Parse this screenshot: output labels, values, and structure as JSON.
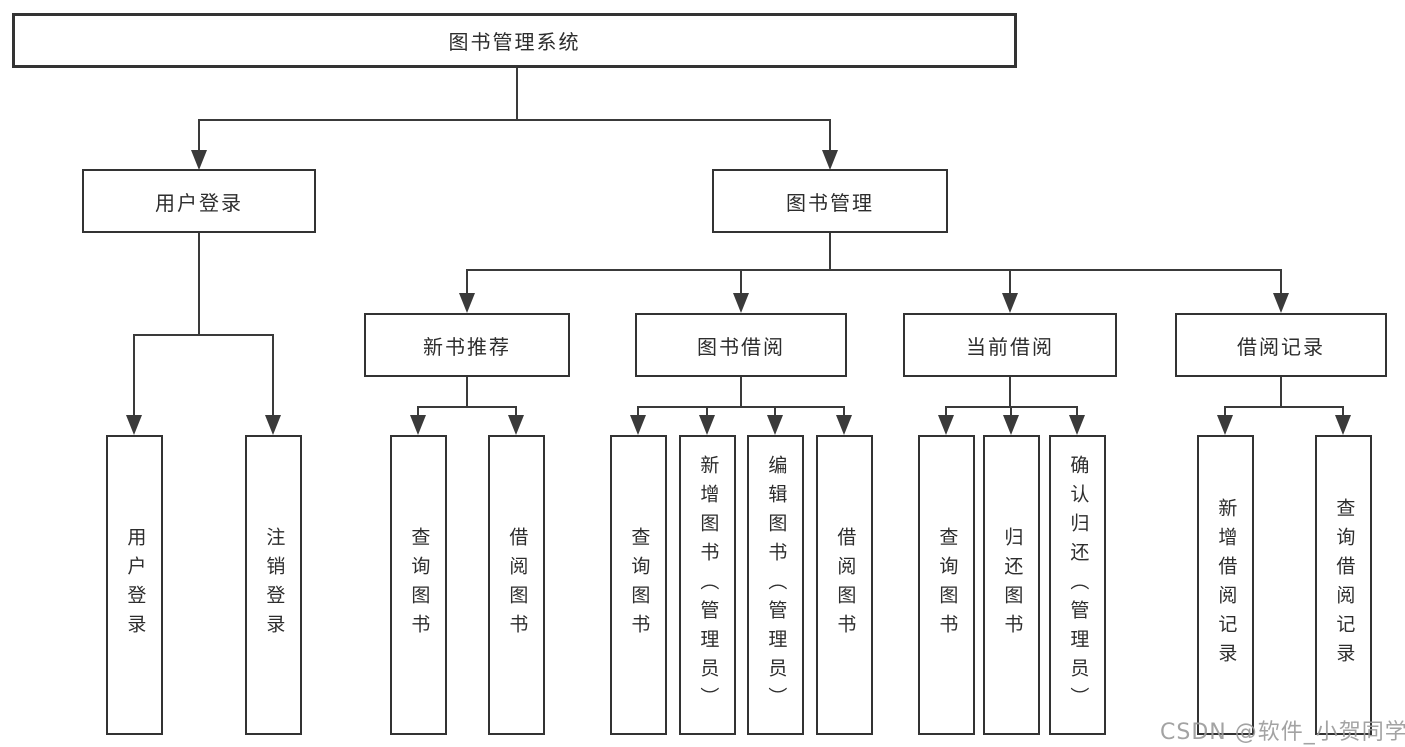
{
  "root": "图书管理系统",
  "branches": {
    "user_login": {
      "label": "用户登录",
      "children": [
        "用户登录",
        "注销登录"
      ]
    },
    "book_management": {
      "label": "图书管理",
      "sections": [
        {
          "label": "新书推荐",
          "children": [
            "查询图书",
            "借阅图书"
          ]
        },
        {
          "label": "图书借阅",
          "children": [
            "查询图书",
            "新增图书（管理员）",
            "编辑图书（管理员）",
            "借阅图书"
          ]
        },
        {
          "label": "当前借阅",
          "children": [
            "查询图书",
            "归还图书",
            "确认归还（管理员）"
          ]
        },
        {
          "label": "借阅记录",
          "children": [
            "新增借阅记录",
            "查询借阅记录"
          ]
        }
      ]
    }
  },
  "watermark": "CSDN @软件_小贺同学",
  "colors": {
    "line": "#3a3a3a",
    "border": "#333333",
    "text": "#2d2d2d",
    "watermark": "#9b9b9b",
    "background": "#ffffff"
  }
}
